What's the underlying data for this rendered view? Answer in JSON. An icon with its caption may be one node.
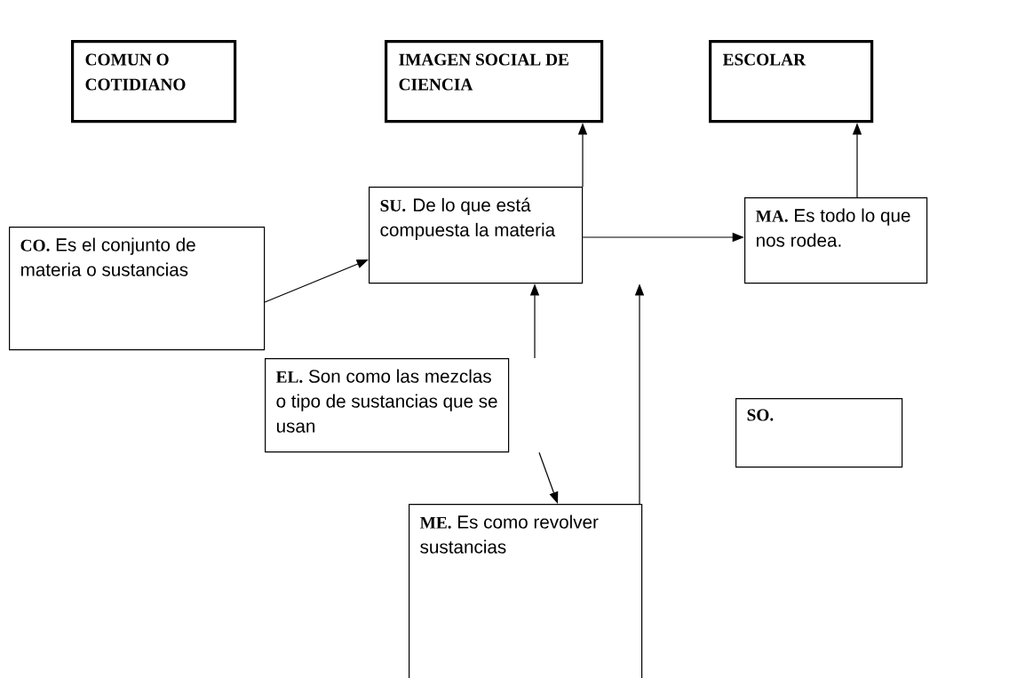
{
  "diagram": {
    "nodes": [
      {
        "text": [
          "COMUN O COTIDIANO"
        ]
      },
      {
        "text": [
          "IMAGEN SOCIAL DE CIENCIA"
        ]
      },
      {
        "text": [
          "ESCOLAR"
        ]
      },
      {
        "text": [
          "CO.",
          "Es el conjunto de materia o sustancias"
        ]
      },
      {
        "text": [
          "SU.",
          "De lo que está compuesta la materia"
        ]
      },
      {
        "text": [
          "MA.",
          "Es todo lo que nos rodea."
        ]
      },
      {
        "text": [
          "EL.",
          "Son como las mezclas o tipo de sustancias que se usan"
        ]
      },
      {
        "text": [
          "SO."
        ]
      },
      {
        "text": [
          "ME.",
          "Es como revolver sustancias"
        ]
      }
    ],
    "edges": [
      {
        "from": 3,
        "to": 4,
        "arrow": "to"
      },
      {
        "from": 4,
        "to": 1,
        "arrow": "to"
      },
      {
        "from": 4,
        "to": 5,
        "arrow": "to"
      },
      {
        "from": 5,
        "to": 2,
        "arrow": "to"
      },
      {
        "from": 6,
        "to": 4,
        "arrow": "to"
      },
      {
        "from": 6,
        "to": 8,
        "arrow": "to"
      },
      {
        "from": 8,
        "to": 4,
        "arrow": "to"
      }
    ]
  }
}
